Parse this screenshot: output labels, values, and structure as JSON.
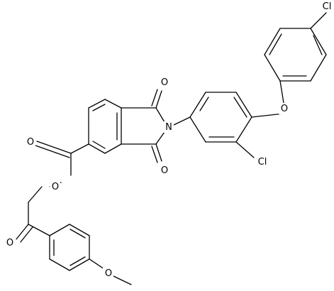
{
  "molecule": {
    "atoms": [
      {
        "id": "o_ester_carbonyl",
        "text": "O"
      },
      {
        "id": "o_ester_link",
        "text": "O"
      },
      {
        "id": "o_ketone",
        "text": "O"
      },
      {
        "id": "o_methoxy",
        "text": "O"
      },
      {
        "id": "o_imide_top",
        "text": "O"
      },
      {
        "id": "o_imide_bottom",
        "text": "O"
      },
      {
        "id": "n_imide",
        "text": "N"
      },
      {
        "id": "o_ether",
        "text": "O"
      },
      {
        "id": "cl_ring",
        "text": "Cl"
      },
      {
        "id": "cl_para",
        "text": "Cl"
      }
    ]
  }
}
